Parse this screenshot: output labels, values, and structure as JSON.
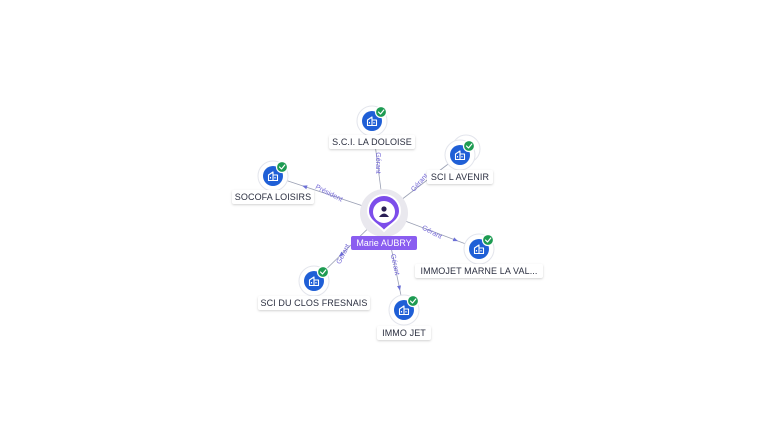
{
  "person": {
    "name": "Marie AUBRY",
    "icon": "person-icon",
    "accent": "#7c4dea"
  },
  "companies": [
    {
      "id": "sci-la-doloise",
      "label": "S.C.I. LA DOLOISE",
      "relation": "Gérant",
      "icon": "building-icon",
      "status": "verified-check-icon"
    },
    {
      "id": "sci-l-avenir",
      "label": "SCI L AVENIR",
      "relation": "Gérant",
      "icon": "building-icon",
      "status": "verified-check-icon"
    },
    {
      "id": "socofa-loisirs",
      "label": "SOCOFA LOISIRS",
      "relation": "Président",
      "icon": "building-icon",
      "status": "verified-check-icon"
    },
    {
      "id": "immojet-marne",
      "label": "IMMOJET MARNE LA VAL...",
      "relation": "Gérant",
      "icon": "building-icon",
      "status": "verified-check-icon"
    },
    {
      "id": "sci-du-clos-fresnais",
      "label": "SCI DU CLOS FRESNAIS",
      "relation": "Gérant",
      "icon": "building-icon",
      "status": "verified-check-icon"
    },
    {
      "id": "immo-jet",
      "label": "IMMO JET",
      "relation": "Gérant",
      "icon": "building-icon",
      "status": "verified-check-icon"
    }
  ],
  "colors": {
    "company_node": "#1f5fd6",
    "verified": "#1d9b52",
    "edge_label": "#7367d6",
    "edge": "#9aa0b4"
  }
}
